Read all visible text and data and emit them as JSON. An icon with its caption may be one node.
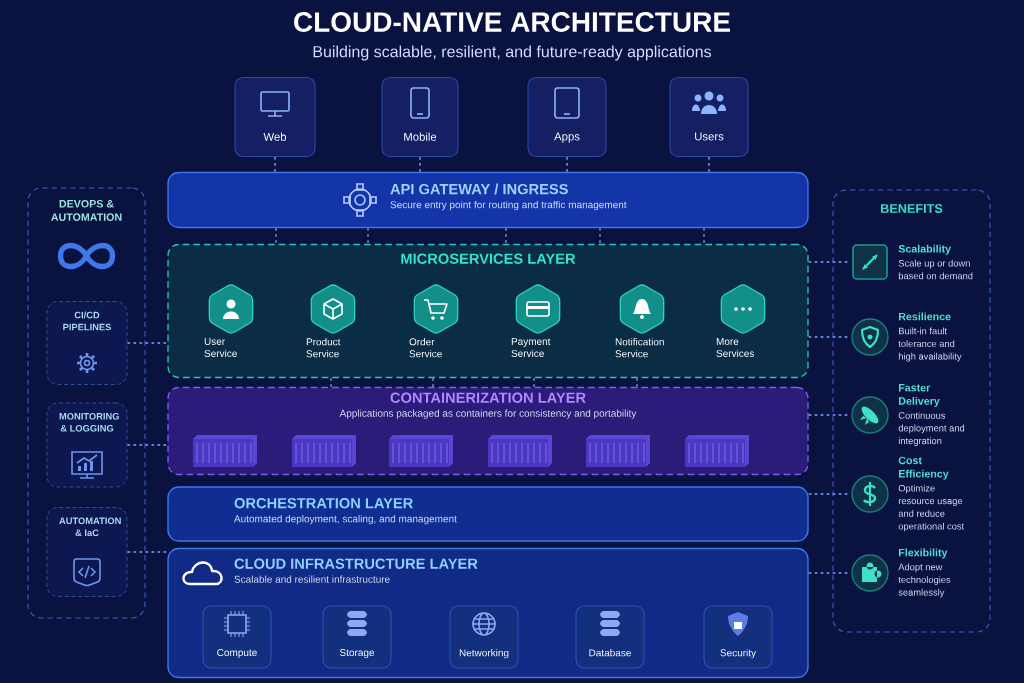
{
  "diagram": {
    "title": "CLOUD-NATIVE ARCHITECTURE",
    "nodes": [
      {
        "text": [
          "Web"
        ]
      },
      {
        "text": [
          "Mobile"
        ]
      },
      {
        "text": [
          "Apps"
        ]
      },
      {
        "text": [
          "Users"
        ]
      },
      {
        "text": [
          "API GATEWAY / INGRESS",
          "Secure entry point for routing and traffic management"
        ]
      },
      {
        "text": [
          "MICROSERVICES LAYER"
        ]
      },
      {
        "text": [
          "User Service"
        ],
        "in": 5
      },
      {
        "text": [
          "Product Service"
        ],
        "in": 5
      },
      {
        "text": [
          "Order Service"
        ],
        "in": 5
      },
      {
        "text": [
          "Payment Service"
        ],
        "in": 5
      },
      {
        "text": [
          "Notification Service"
        ],
        "in": 5
      },
      {
        "text": [
          "More Services"
        ],
        "in": 5
      },
      {
        "text": [
          "CONTAINERIZATION LAYER",
          "Applications packaged as containers for consistency and portability"
        ]
      },
      {
        "text": [
          "ORCHESTRATION LAYER",
          "Automated deployment, scaling, and management"
        ]
      },
      {
        "text": [
          "CLOUD INFRASTRUCTURE LAYER",
          "Scalable and resilient infrastructure"
        ]
      },
      {
        "text": [
          "Compute"
        ],
        "in": 14
      },
      {
        "text": [
          "Storage"
        ],
        "in": 14
      },
      {
        "text": [
          "Networking"
        ],
        "in": 14
      },
      {
        "text": [
          "Database"
        ],
        "in": 14
      },
      {
        "text": [
          "Security"
        ],
        "in": 14
      },
      {
        "text": [
          "DEVOPS & AUTOMATION"
        ]
      },
      {
        "text": [
          "CI/CD PIPELINES"
        ],
        "in": 20
      },
      {
        "text": [
          "MONITORING & LOGGING"
        ],
        "in": 20
      },
      {
        "text": [
          "AUTOMATION & IaC"
        ],
        "in": 20
      },
      {
        "text": [
          "BENEFITS"
        ]
      },
      {
        "text": [
          "Scalability",
          "Scale up or down based on demand"
        ],
        "in": 24
      },
      {
        "text": [
          "Resilience",
          "Built-in fault tolerance and high availability"
        ],
        "in": 24
      },
      {
        "text": [
          "Faster Delivery",
          "Continuous deployment and integration"
        ],
        "in": 24
      },
      {
        "text": [
          "Cost Efficiency",
          "Optimize resource usage and reduce operational cost"
        ],
        "in": 24
      },
      {
        "text": [
          "Flexibility",
          "Adopt new technologies seamlessly"
        ],
        "in": 24
      }
    ],
    "edges": [
      {
        "from": 0,
        "to": 4,
        "arrow": "none",
        "style": "dashed"
      },
      {
        "from": 1,
        "to": 4,
        "arrow": "none",
        "style": "dashed"
      },
      {
        "from": 2,
        "to": 4,
        "arrow": "none",
        "style": "dashed"
      },
      {
        "from": 3,
        "to": 4,
        "arrow": "none",
        "style": "dashed"
      },
      {
        "from": 4,
        "to": 5,
        "arrow": "none",
        "style": "dashed"
      },
      {
        "from": 4,
        "to": 5,
        "arrow": "none",
        "style": "dashed"
      },
      {
        "from": 4,
        "to": 5,
        "arrow": "none",
        "style": "dashed"
      },
      {
        "from": 4,
        "to": 5,
        "arrow": "none",
        "style": "dashed"
      },
      {
        "from": 4,
        "to": 5,
        "arrow": "none",
        "style": "dashed"
      },
      {
        "from": 5,
        "to": 12,
        "arrow": "none",
        "style": "dashed"
      },
      {
        "from": 5,
        "to": 12,
        "arrow": "none",
        "style": "dashed"
      },
      {
        "from": 5,
        "to": 12,
        "arrow": "none",
        "style": "dashed"
      },
      {
        "from": 5,
        "to": 12,
        "arrow": "none",
        "style": "dashed"
      },
      {
        "from": 21,
        "to": 5,
        "arrow": "none",
        "style": "dashed"
      },
      {
        "from": 22,
        "to": 12,
        "arrow": "none",
        "style": "dashed"
      },
      {
        "from": 23,
        "to": 14,
        "arrow": "none",
        "style": "dashed"
      },
      {
        "from": 5,
        "to": 25,
        "arrow": "none",
        "style": "dashed"
      },
      {
        "from": 5,
        "to": 26,
        "arrow": "none",
        "style": "dashed"
      },
      {
        "from": 12,
        "to": 27,
        "arrow": "none",
        "style": "dashed"
      },
      {
        "from": 13,
        "to": 28,
        "arrow": "none",
        "style": "dashed"
      },
      {
        "from": 14,
        "to": 29,
        "arrow": "none",
        "style": "dashed"
      }
    ],
    "labels": [
      "Building scalable, resilient, and future-ready applications"
    ]
  }
}
